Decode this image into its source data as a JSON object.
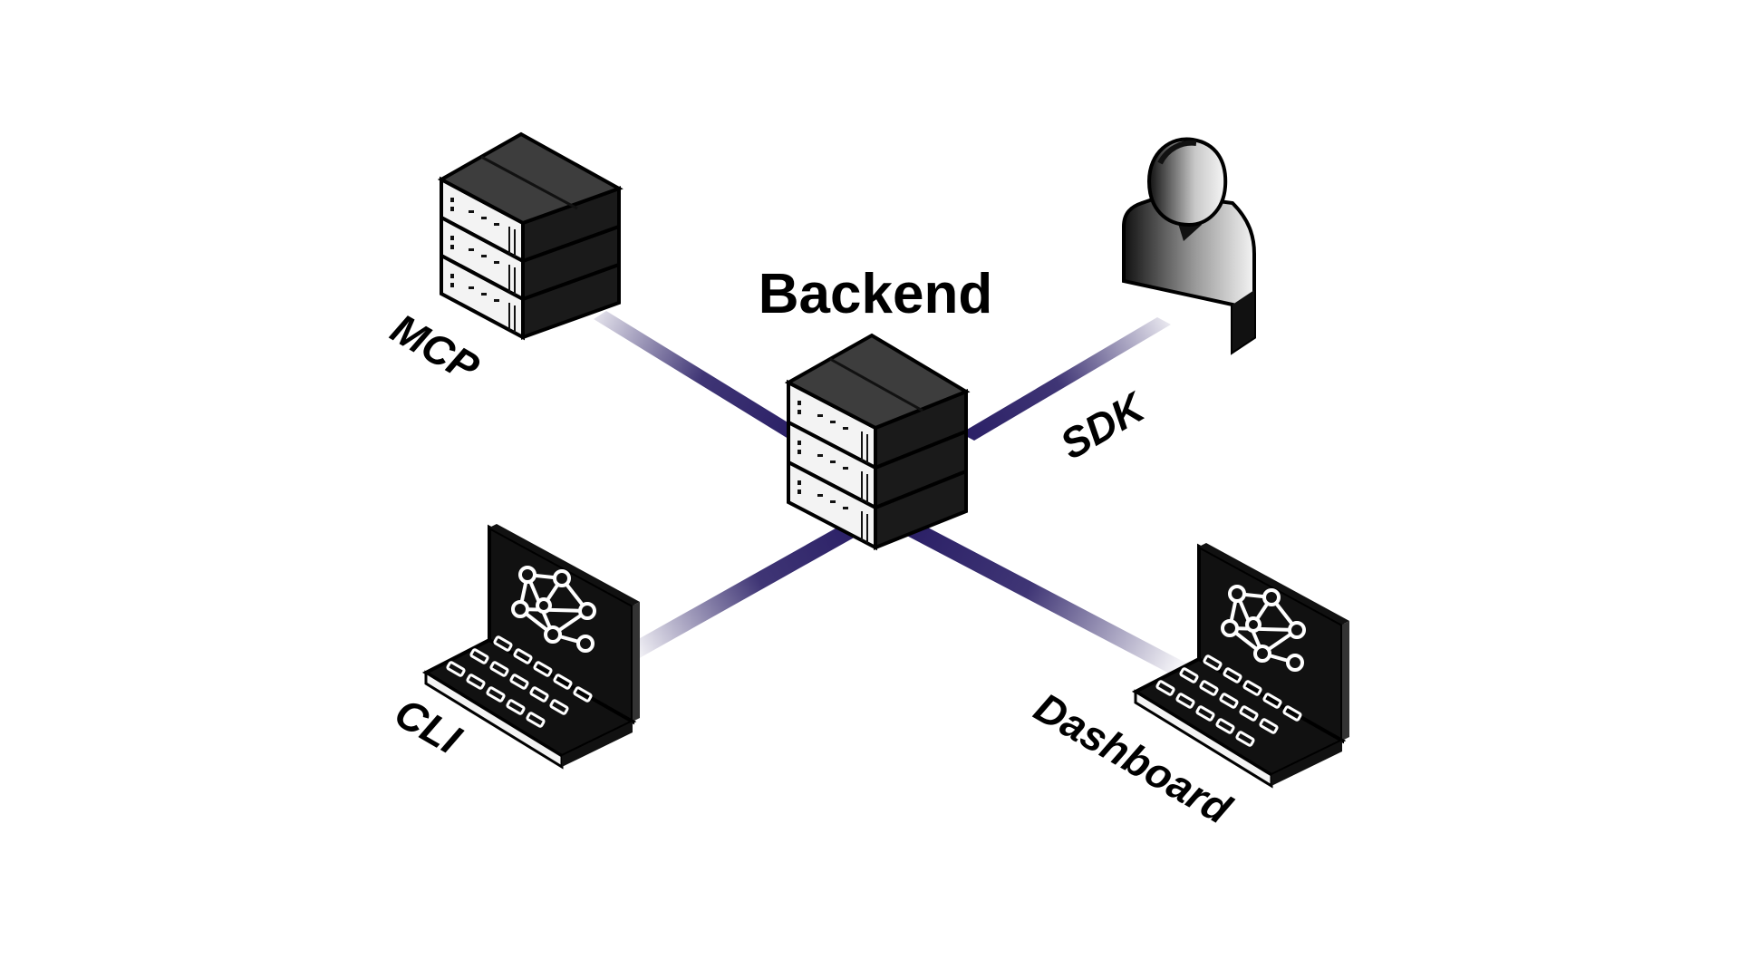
{
  "title": "Backend",
  "nodes": {
    "backend": {
      "label": "Backend",
      "kind": "server-rack"
    },
    "mcp": {
      "label": "MCP",
      "kind": "server-rack"
    },
    "sdk": {
      "label": "SDK",
      "kind": "user"
    },
    "cli": {
      "label": "CLI",
      "kind": "laptop"
    },
    "dashboard": {
      "label": "Dashboard",
      "kind": "laptop"
    }
  },
  "edges": [
    {
      "from": "backend",
      "to": "mcp"
    },
    {
      "from": "backend",
      "to": "sdk"
    },
    {
      "from": "backend",
      "to": "cli"
    },
    {
      "from": "backend",
      "to": "dashboard"
    }
  ],
  "colors": {
    "connector": "#2a1f66",
    "device_dark": "#111111",
    "device_top": "#3d3d3d",
    "device_front": "#f3f3f3",
    "background": "#ffffff"
  }
}
